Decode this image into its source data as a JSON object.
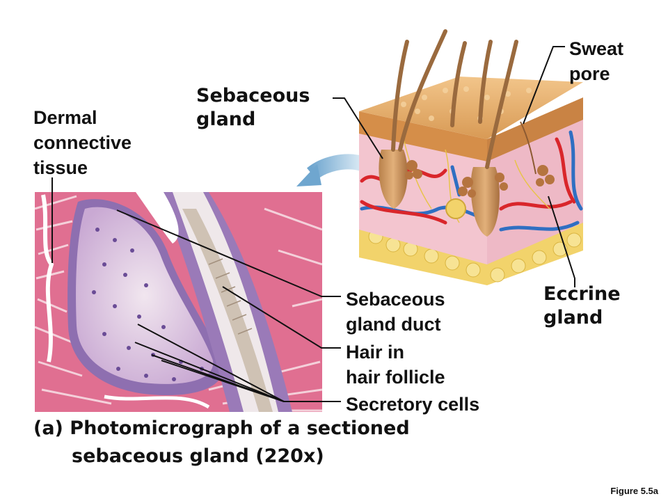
{
  "labels": {
    "sweat_pore": [
      "Sweat",
      "pore"
    ],
    "sebaceous_gland": [
      "Sebaceous",
      "gland"
    ],
    "dermal_connective_tissue": [
      "Dermal",
      "connective",
      "tissue"
    ],
    "eccrine_gland": [
      "Eccrine",
      "gland"
    ],
    "sebaceous_gland_duct": [
      "Sebaceous",
      "gland duct"
    ],
    "hair_in_follicle": [
      "Hair in",
      "hair follicle"
    ],
    "secretory_cells": "Secretory cells"
  },
  "caption": {
    "line1": "(a) Photomicrograph of a sectioned",
    "line2": "sebaceous gland (220x)"
  },
  "figure_number": "Figure 5.5a",
  "colors": {
    "label_text": "#111111",
    "leader_lines": "#111111",
    "arrow": "#9ec3dc",
    "tissue_pink": "#e27596",
    "gland_lilac": "#cfb3d8",
    "skin_tan": "#e3a45e",
    "dermis_pink": "#f2c6d0",
    "fat_yellow": "#f2d36b",
    "artery_red": "#d9262b",
    "vein_blue": "#2f6fc2",
    "hair_brown": "#9a6a3e"
  }
}
